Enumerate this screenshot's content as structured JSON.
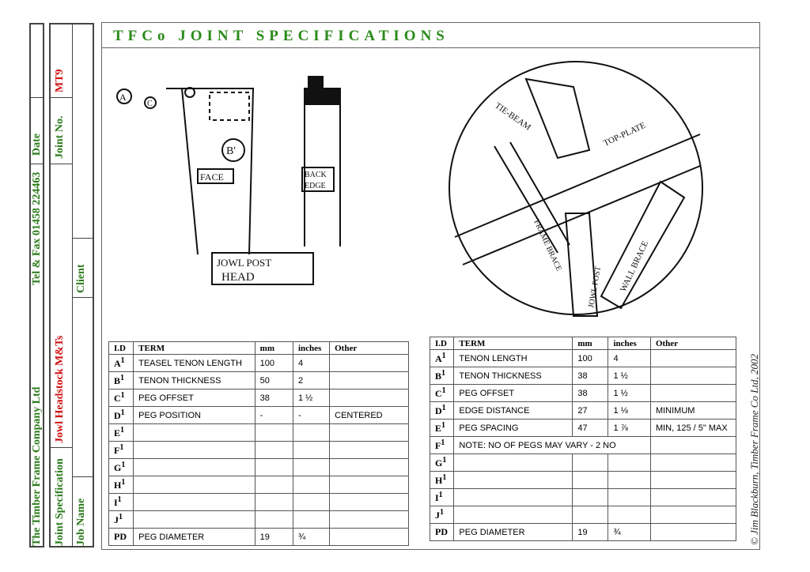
{
  "side": {
    "company": "The Timber Frame Company Ltd",
    "tel": "Tel & Fax 01458 224463",
    "date_label": "Date",
    "spec_label": "Joint Specification",
    "spec_value": "Jowl Headstock M&Ts",
    "joint_no_label": "Joint No.",
    "joint_no": "MT9",
    "job_label": "Job Name",
    "client_label": "Client"
  },
  "title": "TFCo JOINT SPECIFICATIONS",
  "sketch": {
    "left_label": "JOWL POST HEAD",
    "face": "FACE",
    "back_edge": "BACK EDGE",
    "tie_beam": "TIE-BEAM",
    "top_plate": "TOP-PLATE",
    "frame_brace": "FRAME BRACE",
    "jowl_post": "JOWL POST",
    "wall_brace": "WALL BRACE"
  },
  "headers": [
    "I.D",
    "TERM",
    "mm",
    "inches",
    "Other"
  ],
  "table_left": [
    {
      "id": "A",
      "term": "TEASEL TENON LENGTH",
      "mm": "100",
      "in": "4",
      "other": ""
    },
    {
      "id": "B",
      "term": "TENON THICKNESS",
      "mm": "50",
      "in": "2",
      "other": ""
    },
    {
      "id": "C",
      "term": "PEG OFFSET",
      "mm": "38",
      "in": "1 ½",
      "other": ""
    },
    {
      "id": "D",
      "term": "PEG POSITION",
      "mm": "-",
      "in": "-",
      "other": "CENTERED"
    },
    {
      "id": "E",
      "term": "",
      "mm": "",
      "in": "",
      "other": ""
    },
    {
      "id": "F",
      "term": "",
      "mm": "",
      "in": "",
      "other": ""
    },
    {
      "id": "G",
      "term": "",
      "mm": "",
      "in": "",
      "other": ""
    },
    {
      "id": "H",
      "term": "",
      "mm": "",
      "in": "",
      "other": ""
    },
    {
      "id": "I",
      "term": "",
      "mm": "",
      "in": "",
      "other": ""
    },
    {
      "id": "J",
      "term": "",
      "mm": "",
      "in": "",
      "other": ""
    },
    {
      "id": "PD",
      "term": "PEG DIAMETER",
      "mm": "19",
      "in": "¾",
      "other": ""
    }
  ],
  "table_right": [
    {
      "id": "A",
      "term": "TENON LENGTH",
      "mm": "100",
      "in": "4",
      "other": ""
    },
    {
      "id": "B",
      "term": "TENON THICKNESS",
      "mm": "38",
      "in": "1 ½",
      "other": ""
    },
    {
      "id": "C",
      "term": "PEG OFFSET",
      "mm": "38",
      "in": "1 ½",
      "other": ""
    },
    {
      "id": "D",
      "term": "EDGE DISTANCE",
      "mm": "27",
      "in": "1 ⅛",
      "other": "MINIMUM"
    },
    {
      "id": "E",
      "term": "PEG SPACING",
      "mm": "47",
      "in": "1 ⅞",
      "other": "MIN, 125 / 5\" MAX"
    },
    {
      "id": "F",
      "note": "NOTE: NO OF PEGS MAY VARY - 2 NO",
      "other": ""
    },
    {
      "id": "G",
      "term": "",
      "mm": "",
      "in": "",
      "other": ""
    },
    {
      "id": "H",
      "term": "",
      "mm": "",
      "in": "",
      "other": ""
    },
    {
      "id": "I",
      "term": "",
      "mm": "",
      "in": "",
      "other": ""
    },
    {
      "id": "J",
      "term": "",
      "mm": "",
      "in": "",
      "other": ""
    },
    {
      "id": "PD",
      "term": "PEG DIAMETER",
      "mm": "19",
      "in": "¾",
      "other": ""
    }
  ],
  "copyright": "© Jim Blackburn, Timber Frame Co Ltd, 2002"
}
